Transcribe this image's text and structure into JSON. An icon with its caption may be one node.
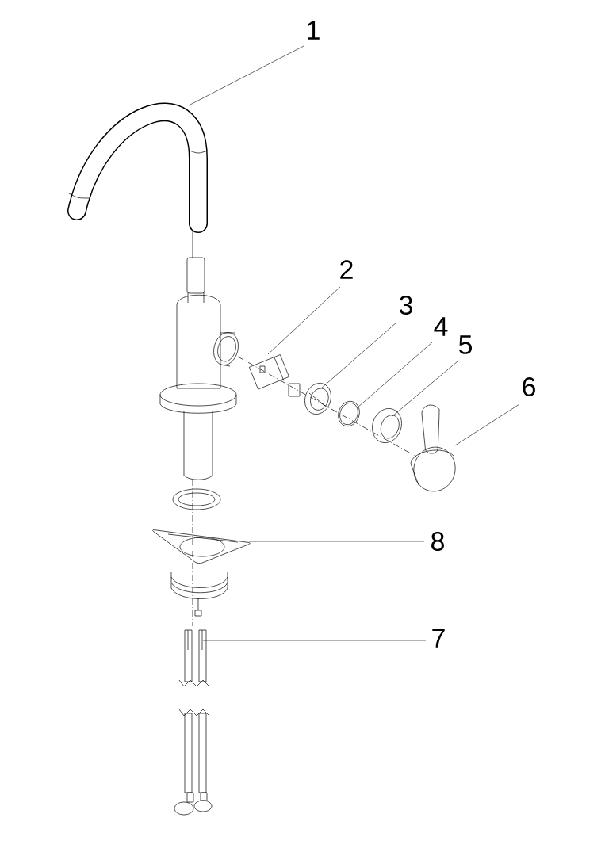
{
  "diagram": {
    "nodes": [
      {
        "text": [
          "1"
        ]
      },
      {
        "text": [
          "2"
        ]
      },
      {
        "text": [
          "3"
        ]
      },
      {
        "text": [
          "4"
        ]
      },
      {
        "text": [
          "5"
        ]
      },
      {
        "text": [
          "6"
        ]
      },
      {
        "text": [
          "8"
        ]
      },
      {
        "text": [
          "7"
        ]
      },
      {
        "text": [],
        "shape": "picture"
      },
      {
        "text": [],
        "shape": "picture"
      },
      {
        "text": [],
        "shape": "picture"
      },
      {
        "text": [],
        "shape": "picture"
      },
      {
        "text": [],
        "shape": "picture"
      },
      {
        "text": [],
        "shape": "picture"
      },
      {
        "text": [],
        "shape": "picture"
      },
      {
        "text": [],
        "shape": "picture"
      }
    ],
    "edges": [
      {
        "from": 0,
        "to": 8,
        "arrow": "none"
      },
      {
        "from": 1,
        "to": 9,
        "arrow": "none"
      },
      {
        "from": 2,
        "to": 10,
        "arrow": "none"
      },
      {
        "from": 3,
        "to": 11,
        "arrow": "none"
      },
      {
        "from": 4,
        "to": 12,
        "arrow": "none"
      },
      {
        "from": 5,
        "to": 13,
        "arrow": "none"
      },
      {
        "from": 6,
        "to": 14,
        "arrow": "none"
      },
      {
        "from": 7,
        "to": 15,
        "arrow": "none"
      }
    ]
  }
}
